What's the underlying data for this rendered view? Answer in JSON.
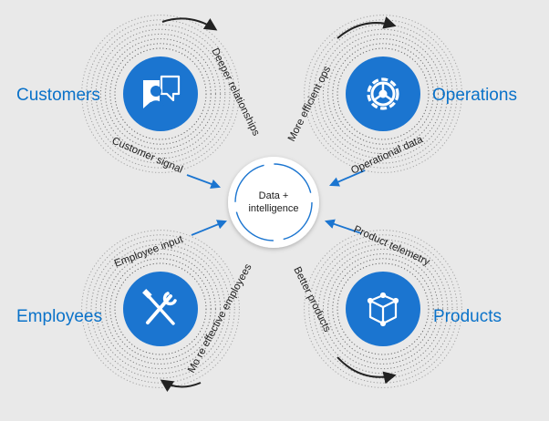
{
  "center": {
    "line1": "Data +",
    "line2": "intelligence"
  },
  "quadrants": {
    "customers": {
      "label": "Customers",
      "icon": "customer-chat-icon"
    },
    "operations": {
      "label": "Operations",
      "icon": "gear-icon"
    },
    "employees": {
      "label": "Employees",
      "icon": "tools-icon"
    },
    "products": {
      "label": "Products",
      "icon": "cube-icon"
    }
  },
  "flows": {
    "customer_signal": "Customer signal",
    "deeper_relationships": "Deeper relationships",
    "operational_data": "Operational data",
    "more_efficient_ops": "More efficient ops",
    "employee_input": "Employee input",
    "more_effective_employees": "Mo re effective employees",
    "product_telemetry": "Product telemetry",
    "better_products": "Better products"
  },
  "colors": {
    "background": "#e9e9e9",
    "accent": "#0a72c9",
    "circle": "#1b75d0",
    "dots": "#3c3c3c"
  }
}
